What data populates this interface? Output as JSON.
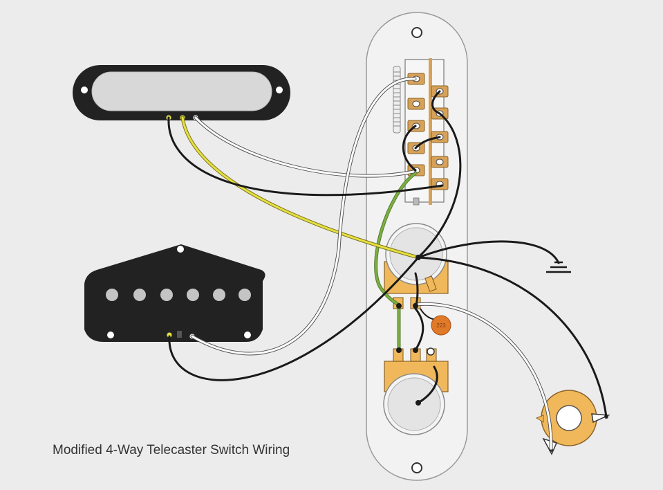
{
  "caption": "Modified 4-Way Telecaster Switch Wiring",
  "capacitor_label": "223",
  "colors": {
    "background": "#ececec",
    "plate": "#f2f2f2",
    "pickup_black": "#222222",
    "pickup_cover": "#d8d8d8",
    "pot_body": "#f0b85a",
    "pot_shaft": "#e4e4e4",
    "capacitor": "#e07a28",
    "wire_black": "#1a1a1a",
    "wire_white": "#ffffff",
    "wire_yellow": "#e6e040",
    "wire_green": "#7ab040"
  },
  "components": [
    "neck-pickup",
    "bridge-pickup",
    "control-plate",
    "4-way-switch",
    "volume-pot",
    "tone-pot",
    "tone-capacitor",
    "output-jack",
    "ground-symbol"
  ]
}
